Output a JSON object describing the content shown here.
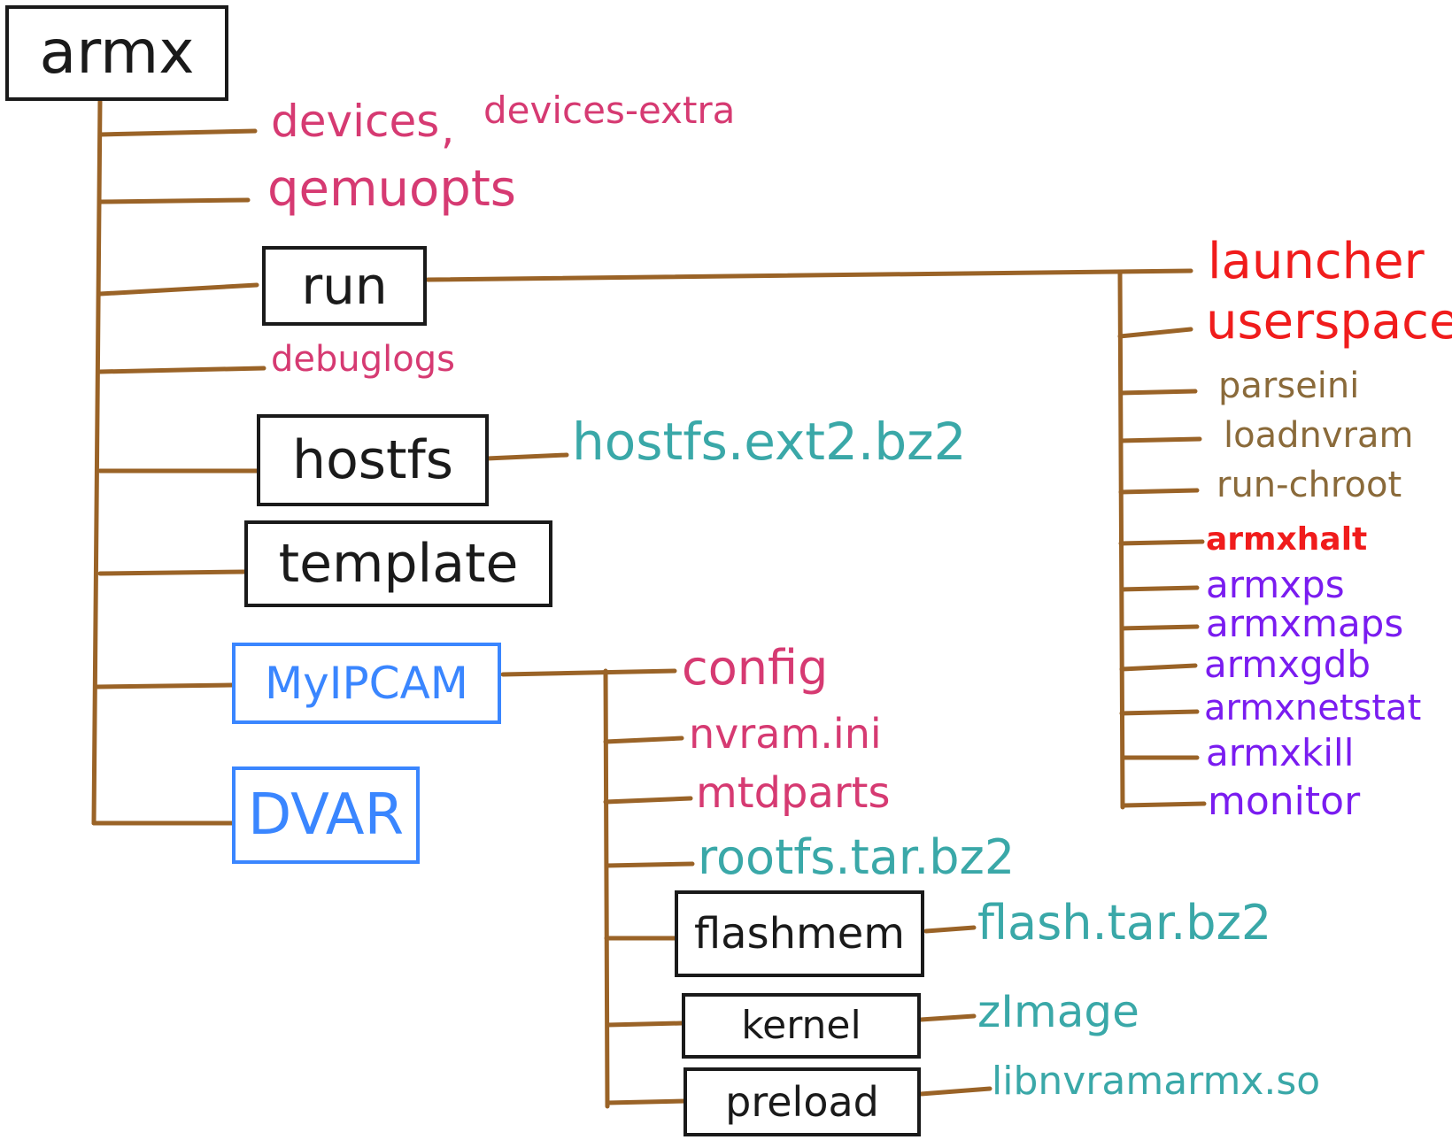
{
  "colors": {
    "branch": "#9a6327",
    "box_dark": "#1a1a1a",
    "box_blue": "#3a86ff",
    "pink": "#d63a72",
    "teal": "#3aa8a8",
    "red": "#f01c1c",
    "brown": "#8a6a3a",
    "purple": "#7a1cf0"
  },
  "root": "armx",
  "armx_children": {
    "devices": "devices",
    "comma": ",",
    "devices_extra": "devices-extra",
    "qemuopts": "qemuopts",
    "run": "run",
    "debuglogs": "debuglogs",
    "hostfs": "hostfs",
    "template": "template",
    "myipcam": "MyIPCAM",
    "dvar": "DVAR"
  },
  "hostfs_children": {
    "hostfs_ext2": "hostfs.ext2.bz2"
  },
  "run_children": {
    "launcher": "launcher",
    "userspace": "userspace",
    "parseini": "parseini",
    "loadnvram": "loadnvram",
    "run_chroot": "run-chroot",
    "armxhalt": "armxhalt",
    "armxps": "armxps",
    "armxmaps": "armxmaps",
    "armxgdb": "armxgdb",
    "armxnetstat": "armxnetstat",
    "armxkill": "armxkill",
    "monitor": "monitor"
  },
  "myipcam_children": {
    "config": "config",
    "nvram_ini": "nvram.ini",
    "mtdparts": "mtdparts",
    "rootfs": "rootfs.tar.bz2",
    "flashmem": "flashmem",
    "kernel": "kernel",
    "preload": "preload"
  },
  "leaf_files": {
    "flash_tar": "flash.tar.bz2",
    "zimage": "zImage",
    "libnvram": "libnvramarmx.so"
  }
}
